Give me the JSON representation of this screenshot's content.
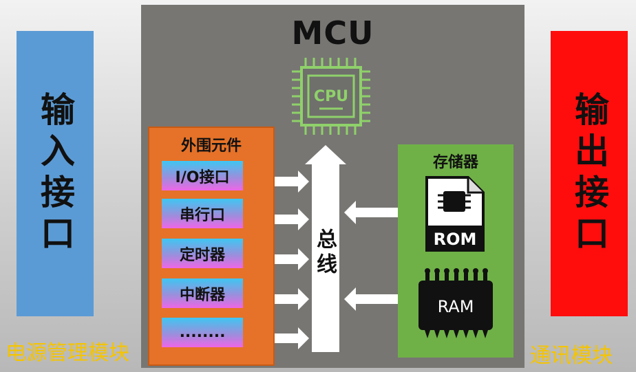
{
  "input_interface": {
    "label": "输入接口",
    "color": "#5b9bd5"
  },
  "output_interface": {
    "label": "输出接口",
    "color": "#ff0d0d"
  },
  "mcu": {
    "title": "MCU",
    "cpu_label": "CPU",
    "bus_label": "总线",
    "peripherals": {
      "title": "外围元件",
      "items": [
        "I/O接口",
        "串行口",
        "定时器",
        "中断器",
        "........"
      ]
    },
    "memory": {
      "title": "存储器",
      "rom_label": "ROM",
      "ram_label": "RAM"
    }
  },
  "bottom_labels": {
    "power": "电源管理模块",
    "communication": "通讯模块"
  },
  "colors": {
    "mcu_background": "#777673",
    "peripheral_panel": "#e57228",
    "memory_panel": "#6fb147",
    "cpu_green": "#8fd16a",
    "bottom_label": "#f5c400",
    "arrow": "#ffffff"
  }
}
